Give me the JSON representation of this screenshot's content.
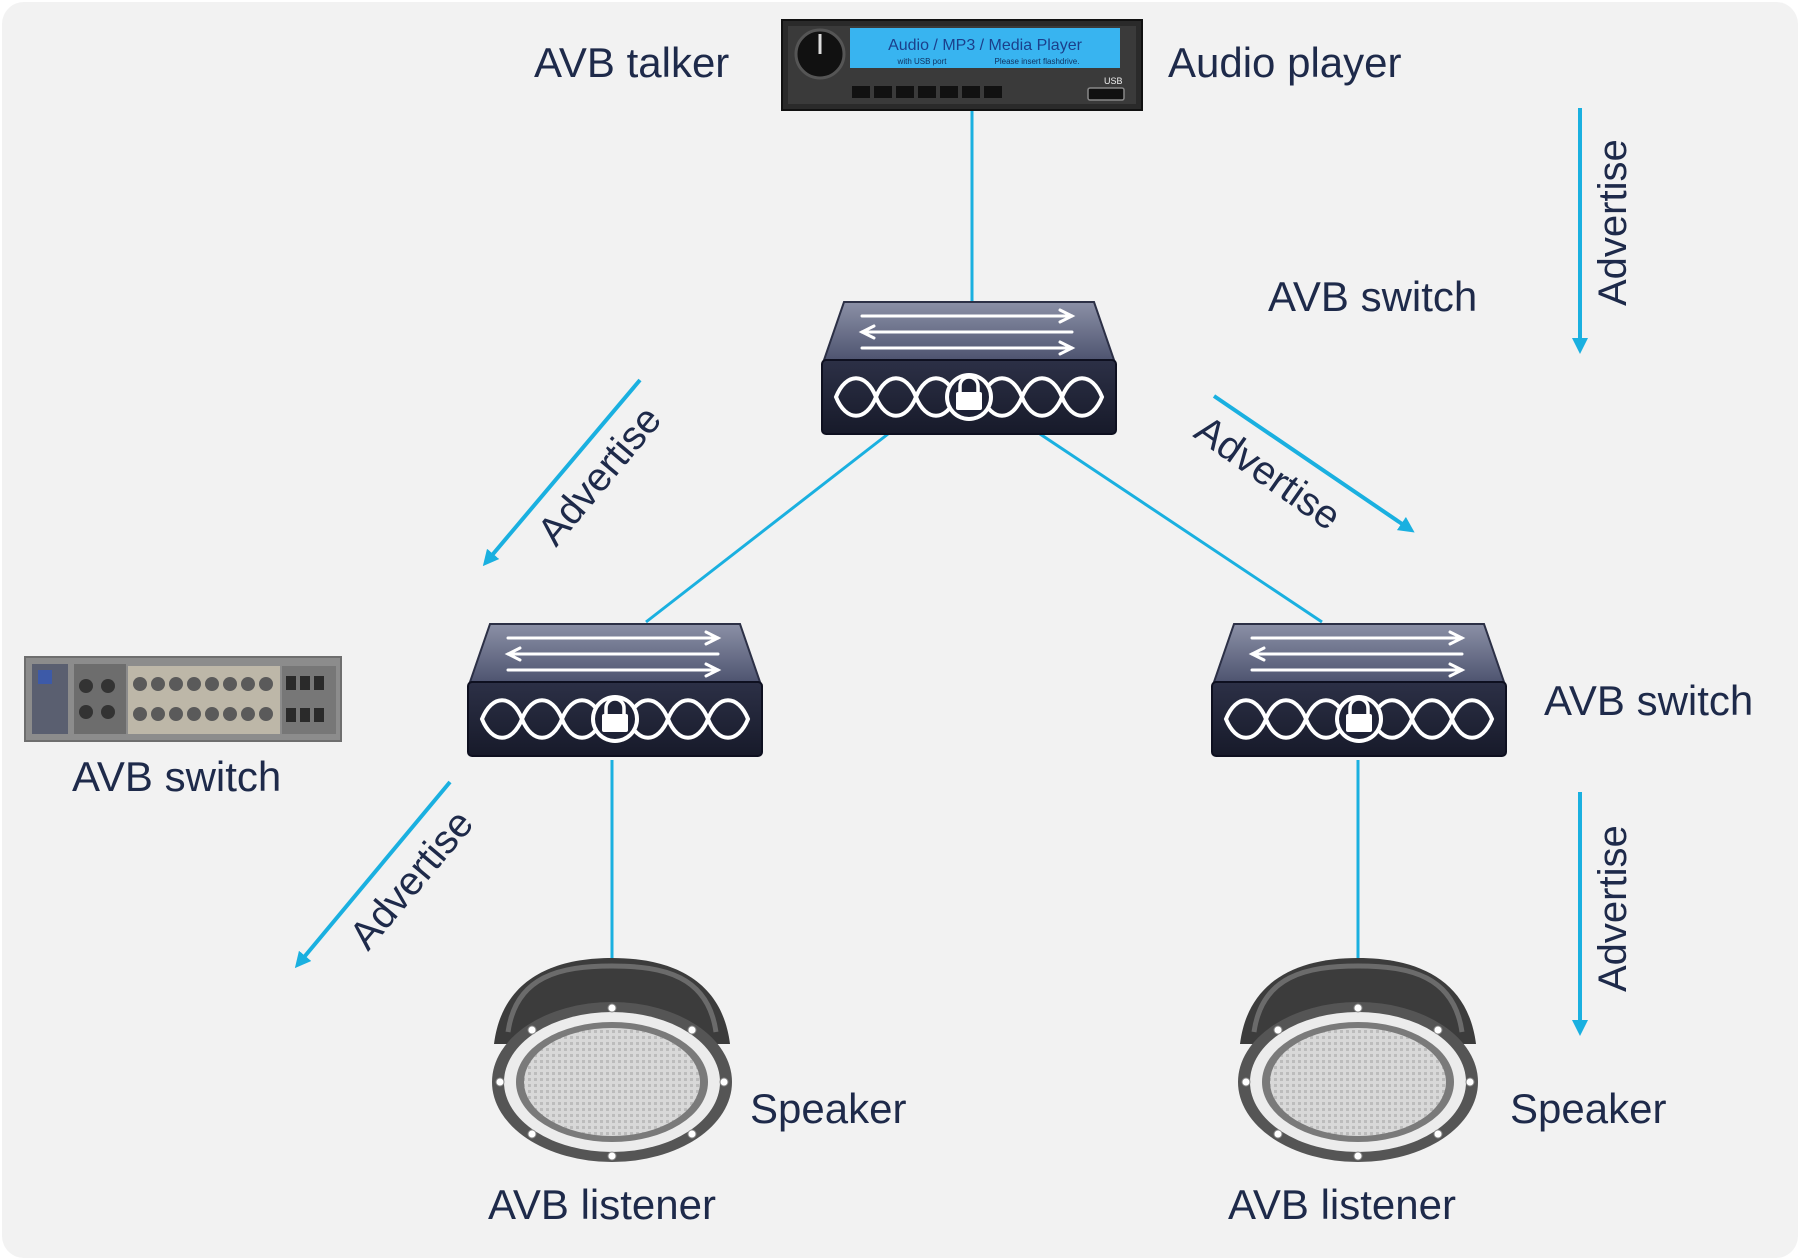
{
  "labels": {
    "avb_talker": "AVB talker",
    "audio_player": "Audio player",
    "avb_switch_top": "AVB switch",
    "avb_switch_left": "AVB switch",
    "avb_switch_right": "AVB switch",
    "speaker_left": "Speaker",
    "speaker_right": "Speaker",
    "avb_listener_left": "AVB listener",
    "avb_listener_right": "AVB listener"
  },
  "player_display": {
    "line1": "Audio / MP3 / Media Player",
    "line2_left": "with USB port",
    "line2_right": "Please insert flashdrive.",
    "usb_label": "USB"
  },
  "advertise": {
    "top_right": "Advertise",
    "left_upper": "Advertise",
    "right_upper": "Advertise",
    "left_lower": "Advertise",
    "right_lower": "Advertise"
  },
  "colors": {
    "background": "#f2f2f2",
    "link": "#1ab0e0",
    "text": "#1e2a4a",
    "switch_body": "#3b4058"
  },
  "icons": [
    "audio-player-icon",
    "switch-icon",
    "rack-switch-icon",
    "speaker-icon",
    "lock-icon",
    "arrow-icon"
  ]
}
